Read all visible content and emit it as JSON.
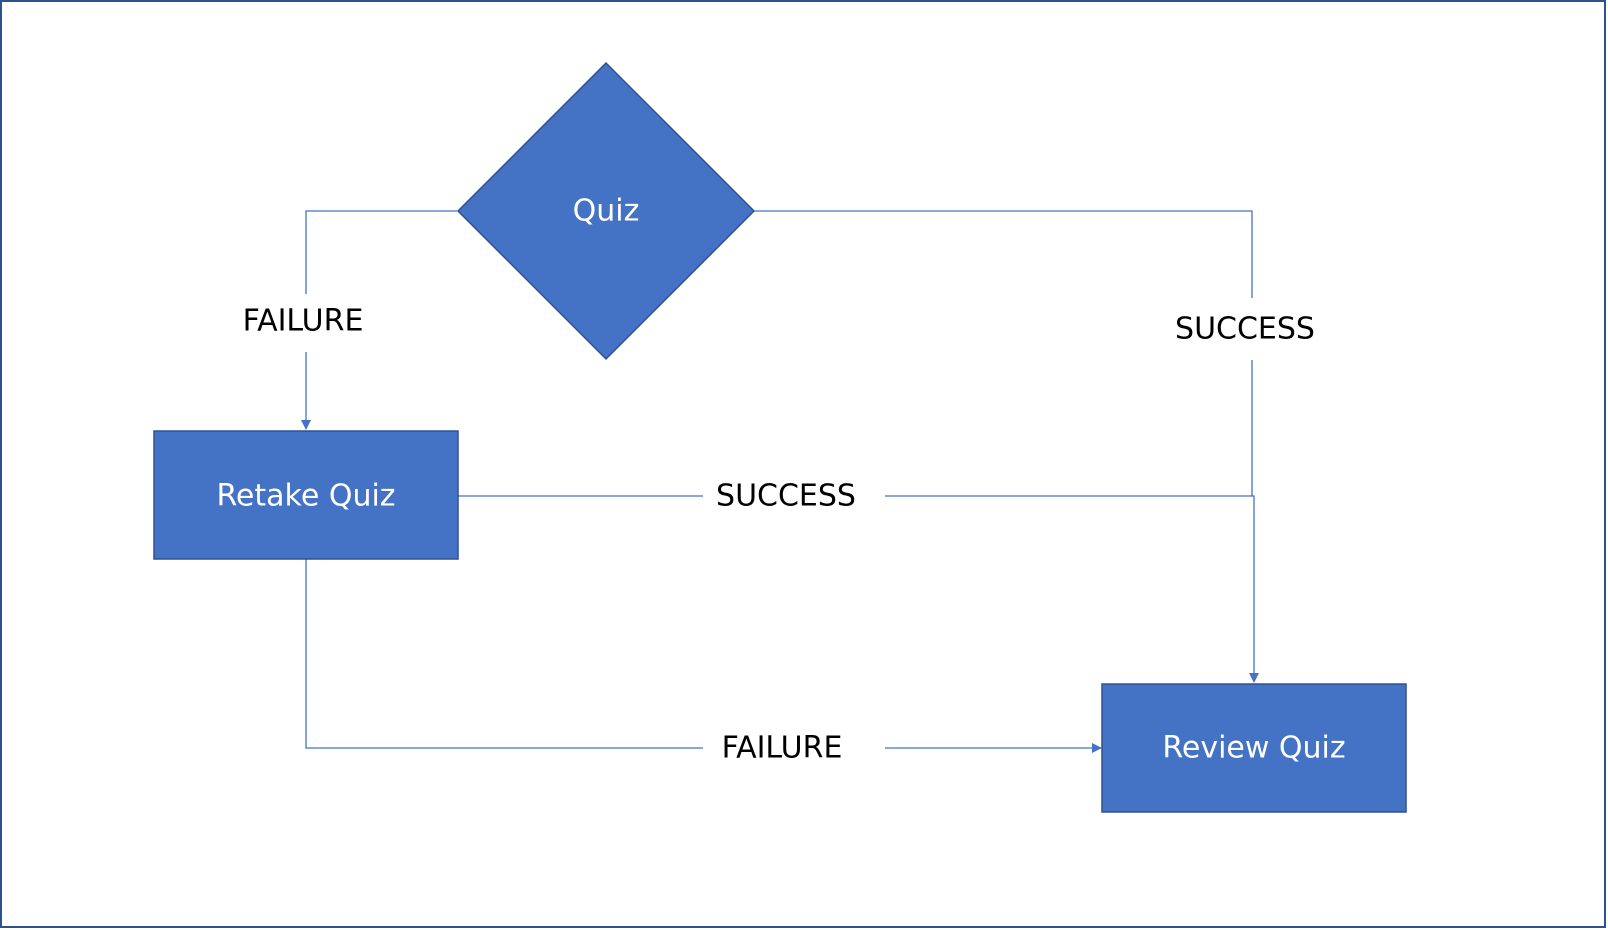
{
  "diagram": {
    "nodes": {
      "quiz": {
        "label": "Quiz",
        "shape": "diamond"
      },
      "retake": {
        "label": "Retake Quiz",
        "shape": "rectangle"
      },
      "review": {
        "label": "Review Quiz",
        "shape": "rectangle"
      }
    },
    "edges": [
      {
        "from": "quiz",
        "to": "retake",
        "label": "FAILURE"
      },
      {
        "from": "quiz",
        "to": "review",
        "label": "SUCCESS"
      },
      {
        "from": "retake",
        "to": "review",
        "label": "SUCCESS"
      },
      {
        "from": "retake",
        "to": "review",
        "label": "FAILURE"
      }
    ],
    "colors": {
      "node_fill": "#4472C4",
      "node_stroke": "#2F528F",
      "connector": "#4472C4",
      "frame_border": "#2F528F",
      "label_text": "#000000",
      "node_text": "#FFFFFF"
    }
  }
}
